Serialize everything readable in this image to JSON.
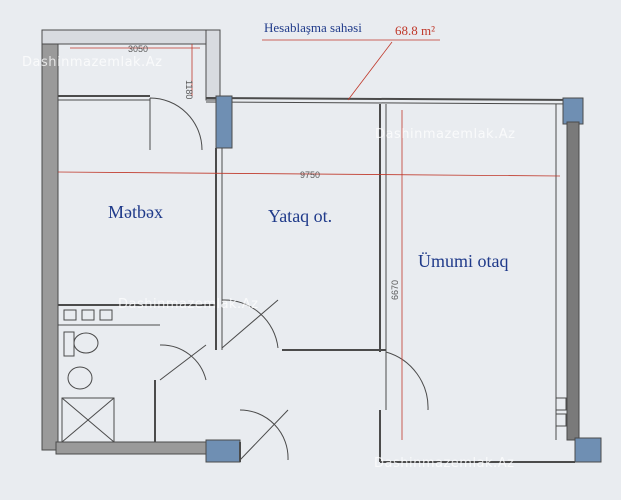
{
  "area": {
    "label": "Hesablaşma sahəsi",
    "value": "68.8 m²"
  },
  "rooms": {
    "kitchen": "Mətbəx",
    "bedroom": "Yataq ot.",
    "living": "Ümumi otaq"
  },
  "dimensions": {
    "top_width": "3050",
    "top_height": "1180",
    "total_width": "9750",
    "living_height": "6670"
  },
  "watermark": "Dashinmazemlak.Az",
  "colors": {
    "wall_gray": "#8a8a8a",
    "column_blue": "#6f8fb3",
    "dimension_red": "#c0392b",
    "label_blue": "#1f3a8a"
  }
}
